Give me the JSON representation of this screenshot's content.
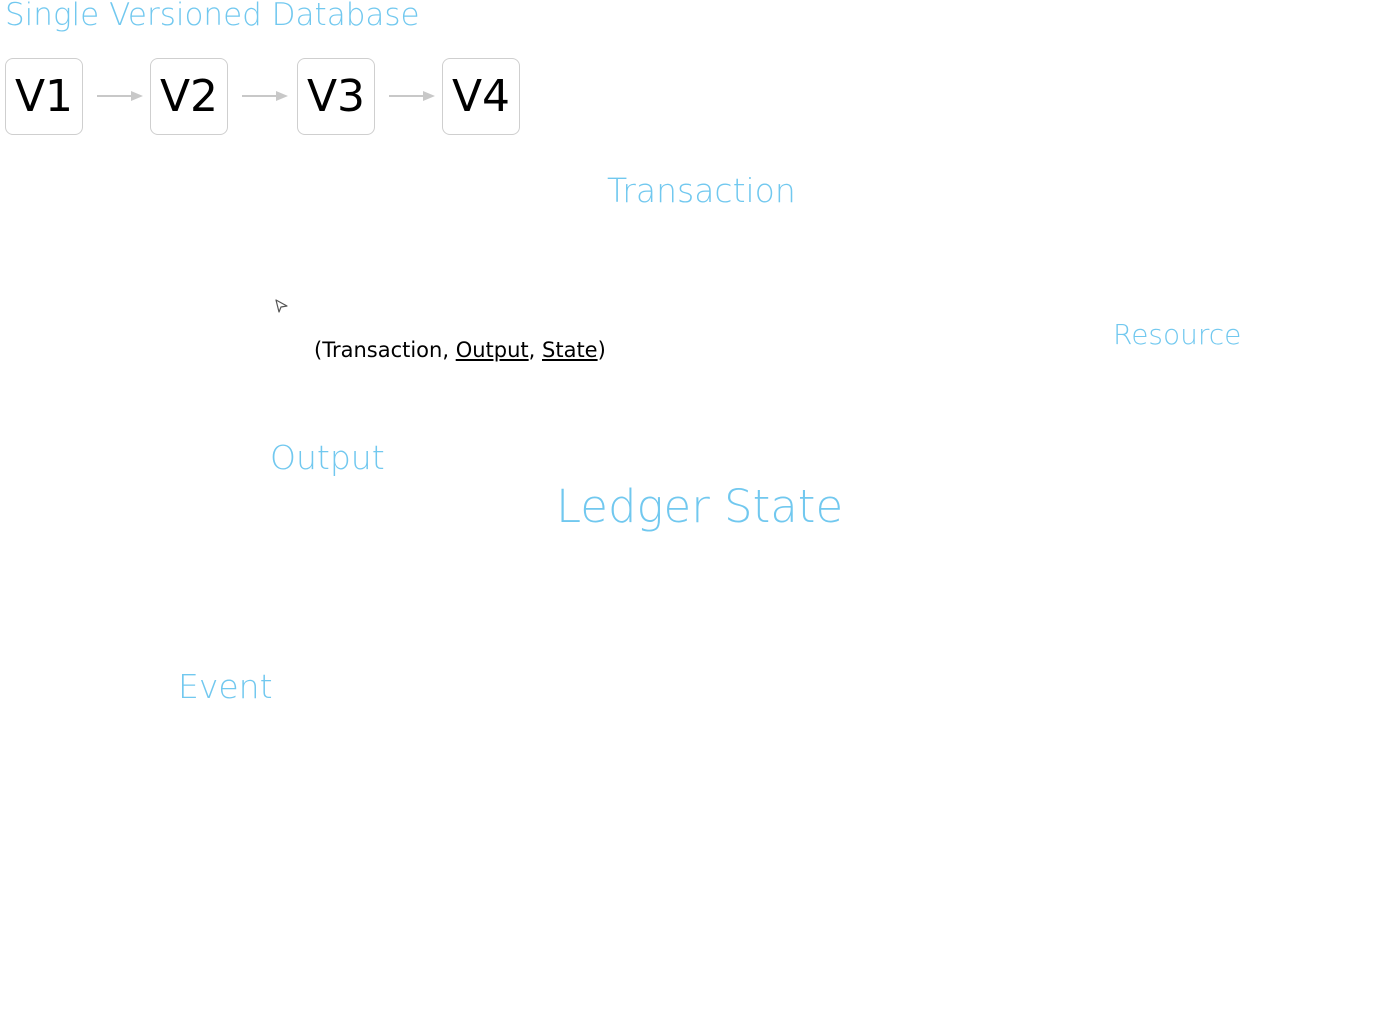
{
  "database": {
    "title": "Single Versioned Database",
    "versions": [
      "V1",
      "V2",
      "V3",
      "V4"
    ]
  },
  "concepts": {
    "transaction": "Transaction",
    "resource": "Resource",
    "output": "Output",
    "ledger_state": "Ledger State",
    "event": "Event"
  },
  "tuple": {
    "open": "(",
    "first": "Transaction",
    "sep1": ", ",
    "second": "Output",
    "sep2": ", ",
    "third": "State",
    "close": ")"
  },
  "icons": {
    "cursor": "pointer-cursor-icon"
  },
  "colors": {
    "label_blue": "#71c8ef",
    "box_border": "#cfcfcf",
    "arrow_gray": "#c8c8c8",
    "text": "#000000"
  }
}
